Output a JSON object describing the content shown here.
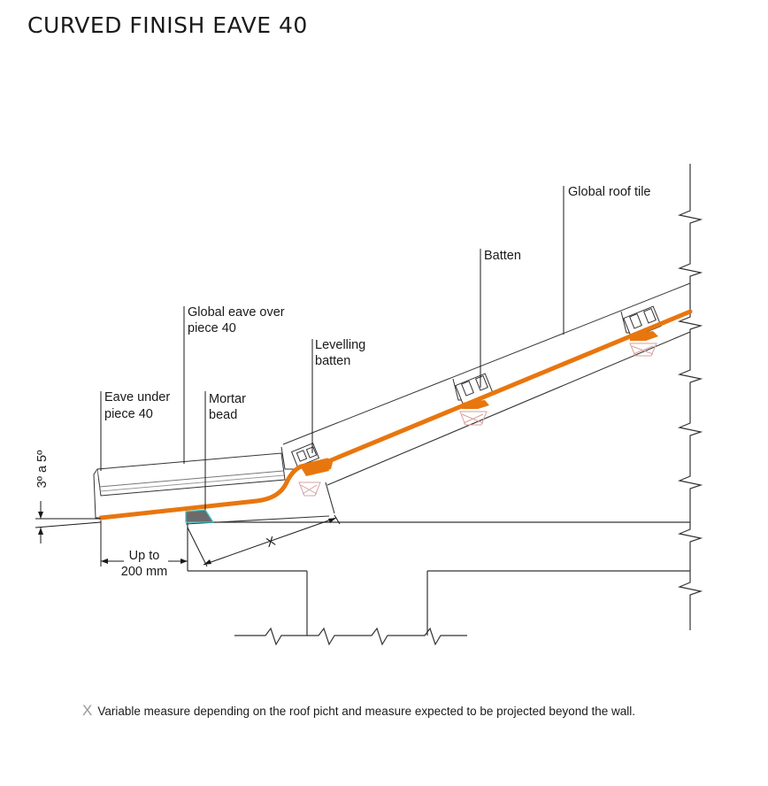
{
  "title": "CURVED FINISH EAVE 40",
  "labels": {
    "global_roof_tile": "Global roof tile",
    "batten": "Batten",
    "global_eave_over_1": "Global eave over",
    "global_eave_over_2": "piece 40",
    "levelling_1": "Levelling",
    "levelling_2": "batten",
    "eave_under_1": "Eave under",
    "eave_under_2": "piece 40",
    "mortar_1": "Mortar",
    "mortar_2": "bead",
    "slope": "3º a 5º",
    "up_to_1": "Up to",
    "up_to_2": "200 mm",
    "x_mark": "X"
  },
  "note": {
    "symbol": "X",
    "text": "Variable measure depending on the roof picht and measure expected to be projected beyond the wall."
  },
  "colors": {
    "tile": "#e8760e",
    "mortar": "#6b6b6b",
    "mortar_outline": "#3fc4c4",
    "batten_hatch": "#d9a0a0"
  }
}
